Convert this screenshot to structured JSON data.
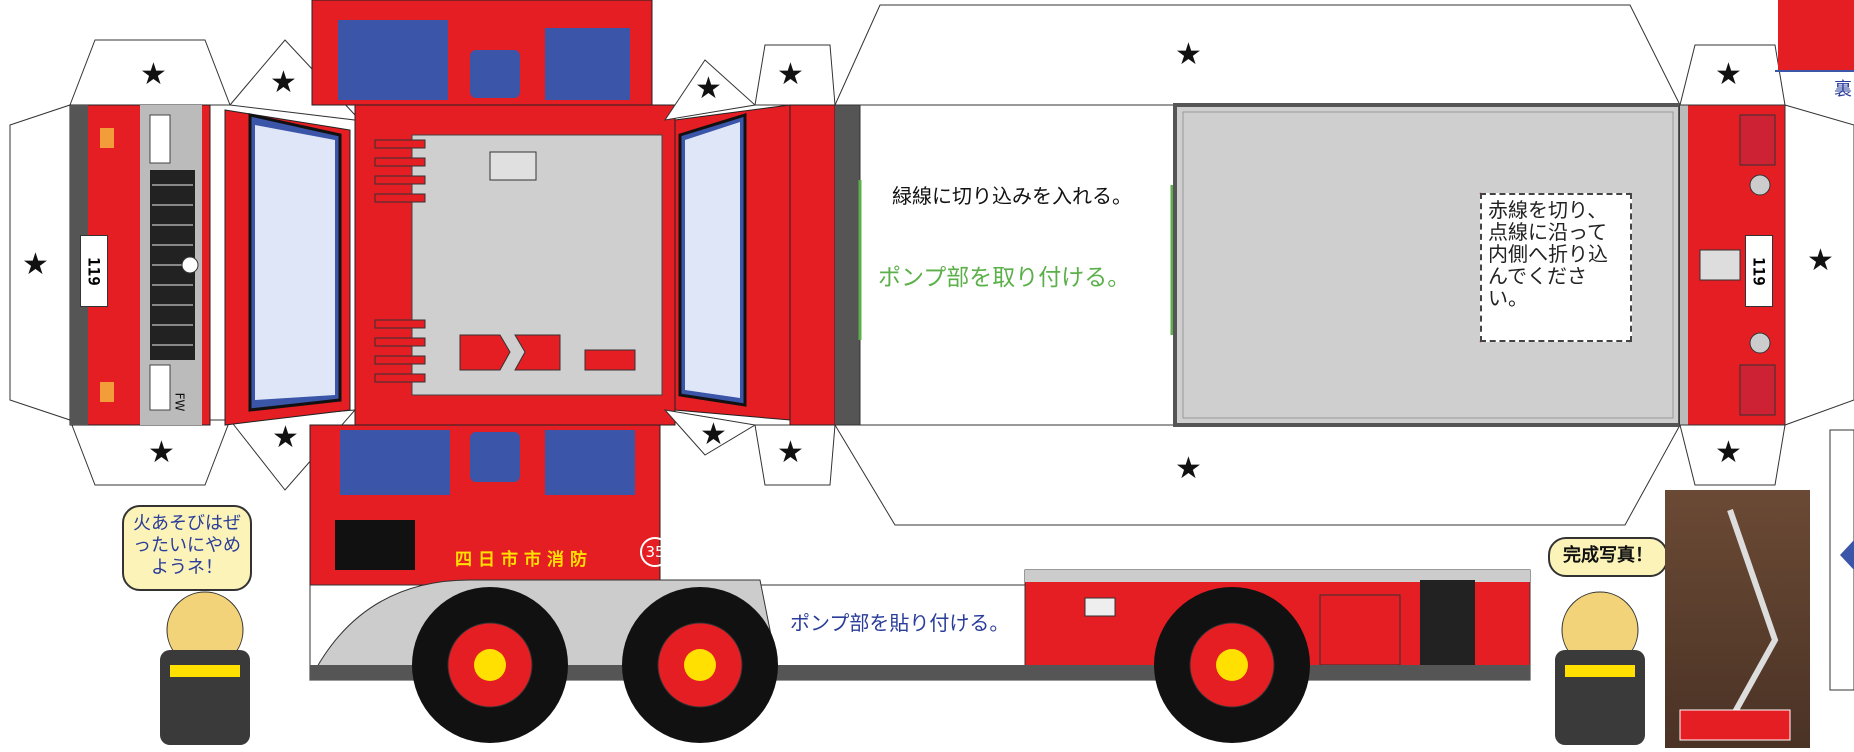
{
  "cab": {
    "front_plate": "119",
    "rear_plate": "119",
    "bumper_label": "FW",
    "door_name": "四日市市消防",
    "unit_number": "35"
  },
  "instructions": {
    "cut_green": "緑線に切り込みを入れる。",
    "attach_pump": "ポンプ部を取り付ける。",
    "paste_pump": "ポンプ部を貼り付ける。",
    "fold_note": "赤線を切り、点線に沿って内側へ折り込んでください。",
    "back_label": "裏"
  },
  "mascot": {
    "left_speech": "火あそびはぜったいにやめようネ！",
    "right_speech": "完成写真！"
  },
  "colors": {
    "truck_red": "#e51e24",
    "panel_gray": "#bdbdbd",
    "window_blue": "#2a3d9a",
    "instruction_green": "#5bb04a",
    "speech_yellow": "#fbf3b8"
  },
  "icons": [
    "star-icon"
  ]
}
